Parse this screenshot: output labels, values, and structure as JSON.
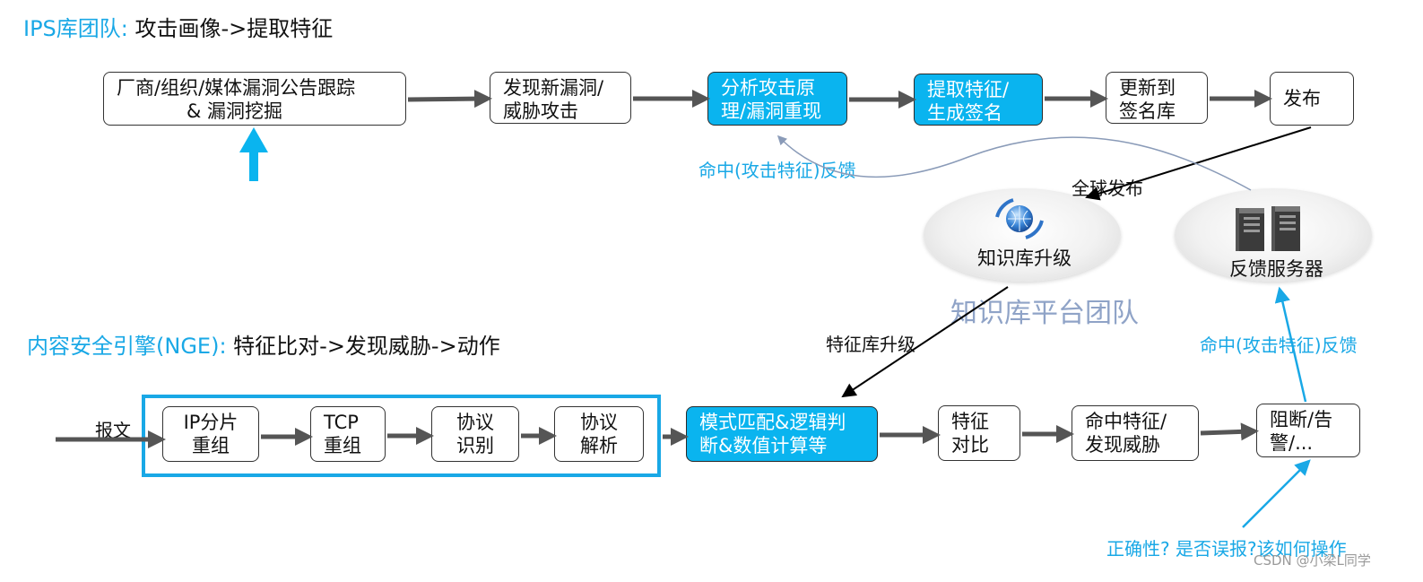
{
  "ips_section": {
    "team_label": "IPS库团队:",
    "title_rest": " 攻击画像->提取特征",
    "boxes": {
      "vendor_line1": "厂商/组织/媒体漏洞公告跟踪",
      "vendor_line2": "& 漏洞挖掘",
      "discover_line1": "发现新漏洞/",
      "discover_line2": "威胁攻击",
      "analyze_line1": "分析攻击原",
      "analyze_line2": "理/漏洞重现",
      "extract_line1": "提取特征/",
      "extract_line2": "生成签名",
      "update_line1": "更新到",
      "update_line2": "签名库",
      "publish": "发布"
    },
    "feedback_label": "命中(攻击特征)反馈",
    "global_publish": "全球发布"
  },
  "platform": {
    "kb_upgrade": "知识库升级",
    "feedback_server": "反馈服务器",
    "team_name": "知识库平台团队",
    "sig_upgrade": "特征库升级",
    "feedback_label": "命中(攻击特征)反馈"
  },
  "nge_section": {
    "team_label": "内容安全引擎(NGE):",
    "title_rest": " 特征比对->发现威胁->动作",
    "packet": "报文",
    "boxes": {
      "ipfrag_line1": "IP分片",
      "ipfrag_line2": "重组",
      "tcp_line1": "TCP",
      "tcp_line2": "重组",
      "proto_id_line1": "协议",
      "proto_id_line2": "识别",
      "proto_parse_line1": "协议",
      "proto_parse_line2": "解析",
      "match_line1": "模式匹配&逻辑判",
      "match_line2": "断&数值计算等",
      "compare_line1": "特征",
      "compare_line2": "对比",
      "hit_line1": "命中特征/",
      "hit_line2": "发现威胁",
      "block_line1": "阻断/告",
      "block_line2": "警/..."
    },
    "correctness": "正确性? 是否误报?该如何操作"
  },
  "watermark": "CSDN @小梁L同学",
  "colors": {
    "accent": "#19a8e6",
    "highlight_box": "#0ab4ef",
    "arrow_gray": "#555555",
    "team_text": "#8fa3c7"
  }
}
